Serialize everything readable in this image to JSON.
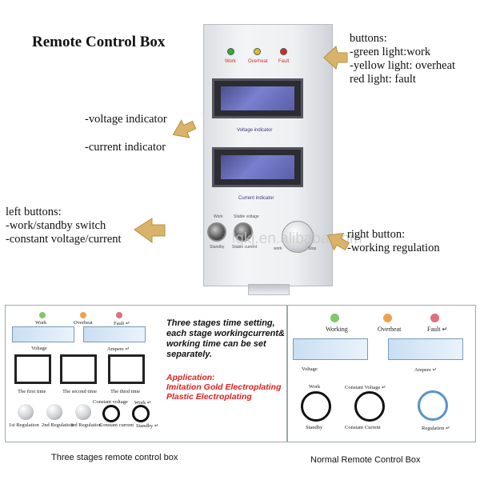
{
  "title": "Remote Control Box",
  "panel": {
    "leds": [
      {
        "label": "Work",
        "color": "#2fae2f"
      },
      {
        "label": "Overheat",
        "color": "#d8c21c"
      },
      {
        "label": "Fault",
        "color": "#d12a2a"
      }
    ],
    "voltage_caption": "Voltage indicator",
    "current_caption": "Current indicator",
    "left_knob_top": "Work",
    "left_knob_bottom": "Standby",
    "mid_knob_top": "Stable voltage",
    "mid_knob_bottom": "Stable current",
    "right_knob_left": "work",
    "right_knob_right": "Stop",
    "watermark": "lqkj.en.alibaba.com"
  },
  "annotations": {
    "buttons": [
      "buttons:",
      "-green light:work",
      "-yellow light: overheat",
      "red light: fault"
    ],
    "indicators": [
      "-voltage indicator",
      "-current indicator"
    ],
    "left_buttons": [
      "left buttons:",
      "-work/standby switch",
      "-constant voltage/current"
    ],
    "right_button": [
      "right button:",
      "-working regulation"
    ]
  },
  "three_stage": {
    "leds": [
      {
        "label": "Work",
        "color": "#7fc96a"
      },
      {
        "label": "Overheat",
        "color": "#f0a050"
      },
      {
        "label": "Fault ↵",
        "color": "#e0707a"
      }
    ],
    "voltage": "Voltage",
    "ampere": "Ampere ↵",
    "times": [
      "The first time",
      "The second time",
      "The third time"
    ],
    "regulations": [
      "1st Regulation",
      "2nd Regulation",
      "3rd Regulation"
    ],
    "constant_top": "Constant voltage",
    "constant_bottom": "Constant current",
    "work_top": "Work ↵",
    "standby": "Standby ↵",
    "info": "Three stages time setting, each stage workingcurrent& working time can be set separately.",
    "app_title": "Application:",
    "app_lines": [
      "Imitation Gold Electroplating",
      "Plastic Electroplating"
    ],
    "caption": "Three stages remote control box"
  },
  "normal": {
    "leds": [
      {
        "label": "Working",
        "color": "#7fc96a"
      },
      {
        "label": "Overheat",
        "color": "#f0a050"
      },
      {
        "label": "Fault ↵",
        "color": "#e0707a"
      }
    ],
    "voltage": "Voltage",
    "ampere": "Ampere ↵",
    "work": "Work",
    "standby": "Standby",
    "constant_voltage": "Constant Voltage ↵",
    "constant_current": "Constant Current",
    "regulation": "Regulation ↵",
    "caption": "Normal  Remote Control Box"
  }
}
